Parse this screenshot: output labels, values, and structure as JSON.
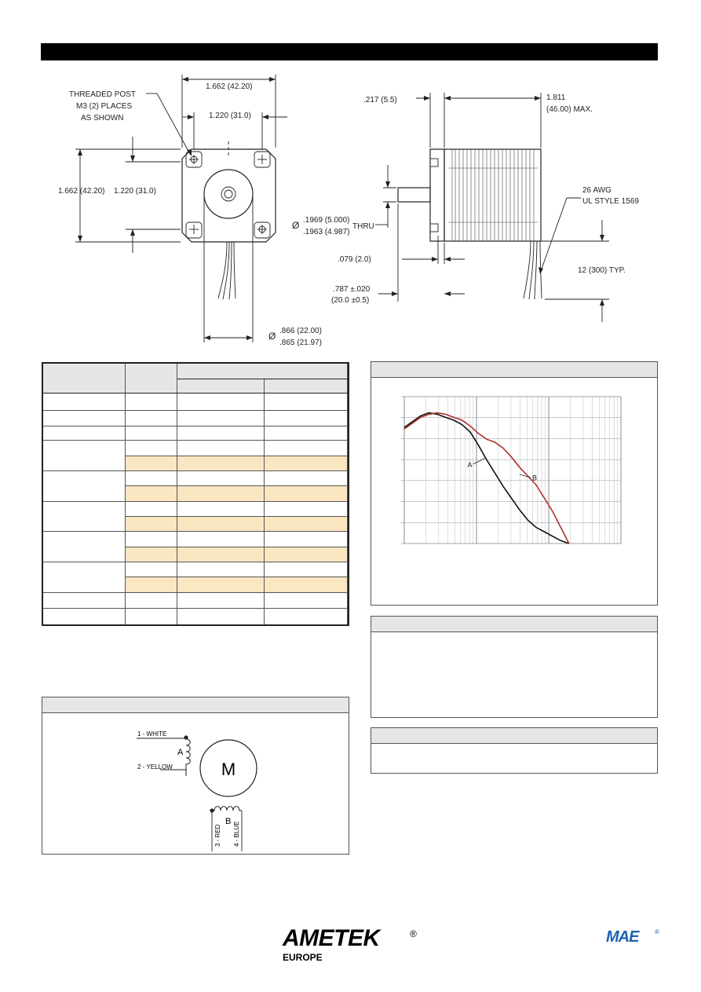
{
  "drawing": {
    "front": {
      "threaded_post": [
        "THREADED POST",
        "M3 (2) PLACES",
        "AS SHOWN"
      ],
      "width_overall": "1.662 (42.20)",
      "hole_spacing": "1.220 (31.0)",
      "height_overall": "1.662 (42.20)",
      "height_spacing": "1.220 (31.0)",
      "pilot_dia": [
        ".866 (22.00)",
        ".865 (21.97)"
      ],
      "dia_symbol": "Ø"
    },
    "side": {
      "flange": ".217 (5.5)",
      "length": [
        "1.811",
        "(46.00) MAX."
      ],
      "wire": [
        "26 AWG",
        "UL STYLE 1569"
      ],
      "shaft_dia": [
        ".1969 (5.000)",
        ".1963 (4.987)"
      ],
      "thru": "THRU",
      "dia_symbol": "Ø",
      "pilot_depth": ".079 (2.0)",
      "shaft_len": [
        ".787 ±.020",
        "(20.0 ±0.5)"
      ],
      "lead_len": "12 (300) TYP."
    }
  },
  "chart_data": {
    "type": "line",
    "title": "",
    "xlabel": "",
    "ylabel": "",
    "xscale": "log",
    "grid": true,
    "x": [
      0,
      0.05,
      0.1,
      0.15,
      0.2,
      0.25,
      0.3,
      0.35,
      0.4,
      0.45,
      0.5,
      0.55,
      0.6,
      0.65,
      0.7,
      0.75,
      0.8,
      0.85,
      0.9,
      0.95,
      1.0
    ],
    "series": [
      {
        "name": "A",
        "values": [
          0.79,
          0.83,
          0.87,
          0.89,
          0.88,
          0.86,
          0.84,
          0.81,
          0.76,
          0.67,
          0.57,
          0.48,
          0.39,
          0.31,
          0.23,
          0.16,
          0.11,
          0.08,
          0.05,
          0.02,
          0.0
        ],
        "color": "#111111"
      },
      {
        "name": "B",
        "values": [
          0.78,
          0.82,
          0.86,
          0.88,
          0.89,
          0.88,
          0.86,
          0.84,
          0.8,
          0.75,
          0.71,
          0.69,
          0.65,
          0.59,
          0.52,
          0.46,
          0.4,
          0.31,
          0.22,
          0.11,
          0.0
        ],
        "color": "#b03030"
      }
    ]
  },
  "schematic": {
    "motor_label": "M",
    "phase_a": "A",
    "phase_b": "B",
    "wires": [
      "1 - WHITE",
      "2 - YELLOW",
      "3 - RED",
      "4 - BLUE"
    ]
  },
  "logos": {
    "ametek": "AMETEK",
    "ametek_sub": "EUROPE",
    "reg": "®",
    "mae": "MAE"
  },
  "colors": {
    "header_fill": "#000000",
    "row_alt": "#fbe6c2",
    "panel_head": "#e6e6e6",
    "mae_blue": "#1a63b0"
  }
}
